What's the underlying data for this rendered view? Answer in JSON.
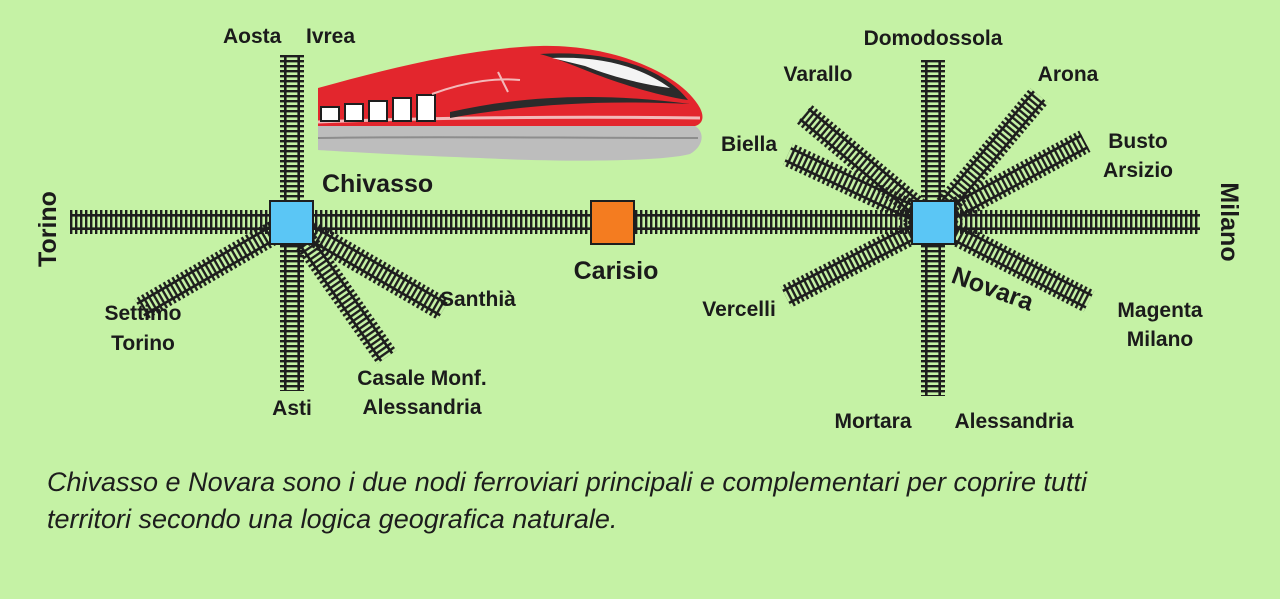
{
  "labels": {
    "torino": "Torino",
    "milano": "Milano",
    "aosta": "Aosta",
    "ivrea": "Ivrea",
    "chivasso": "Chivasso",
    "settimo_line1": "Settimo",
    "settimo_line2": "Torino",
    "asti": "Asti",
    "casale_line1": "Casale Monf.",
    "casale_line2": "Alessandria",
    "santhia": "Santhià",
    "carisio": "Carisio",
    "domodossola": "Domodossola",
    "varallo": "Varallo",
    "arona": "Arona",
    "biella": "Biella",
    "busto_line1": "Busto",
    "busto_line2": "Arsizio",
    "vercelli": "Vercelli",
    "novara": "Novara",
    "magenta_line1": "Magenta",
    "magenta_line2": "Milano",
    "mortara": "Mortara",
    "alessandria": "Alessandria"
  },
  "caption": {
    "line1": "Chivasso e Novara sono i due nodi ferroviari principali e complementari  per coprire tutti",
    "line2": "territori secondo una logica geografica naturale."
  },
  "colors": {
    "background": "#c5f2a5",
    "main_node": "#5bc6f5",
    "secondary_node": "#f47c20",
    "track": "#1e1e1e",
    "train_red": "#e3262d",
    "train_grey": "#bcbcbc"
  },
  "icons": {
    "train": "high-speed-train-icon"
  }
}
